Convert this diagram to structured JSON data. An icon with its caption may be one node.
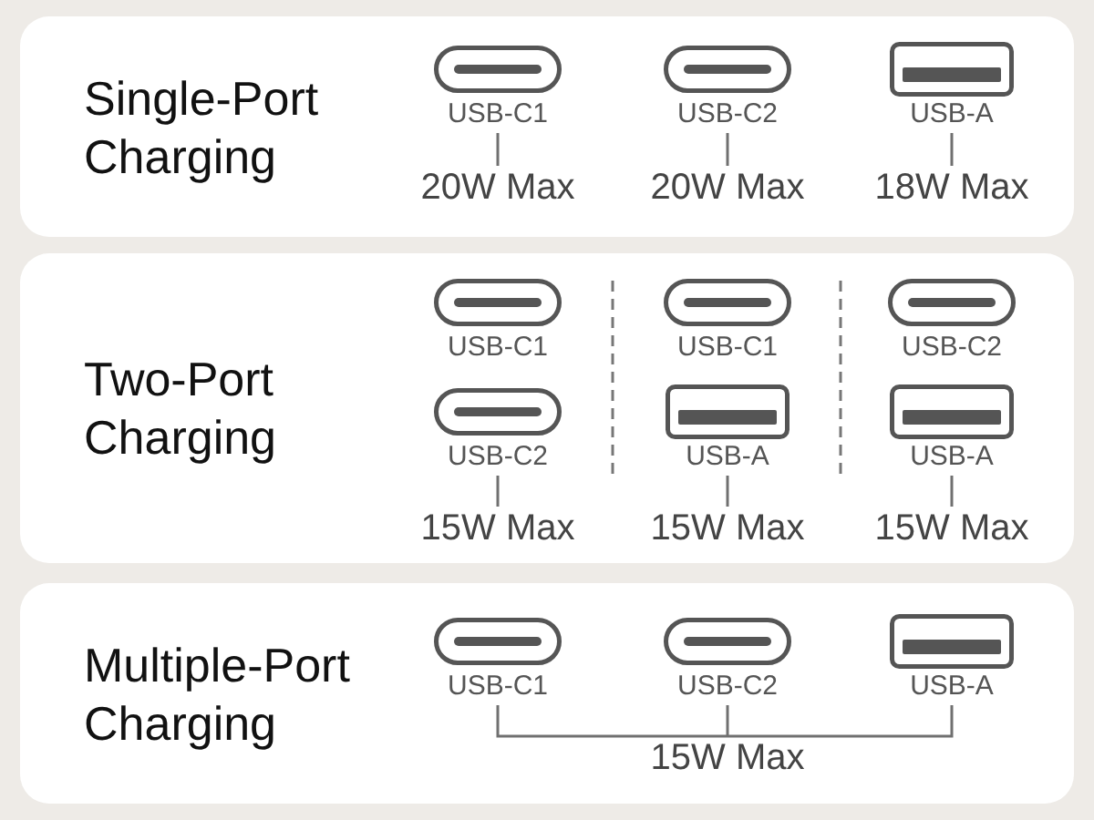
{
  "diagram": {
    "nodes": [
      {
        "text": [
          "Single-Port Charging"
        ]
      },
      {
        "text": [
          "USB-C1"
        ],
        "in": 0
      },
      {
        "text": [
          "20W Max"
        ],
        "in": 0
      },
      {
        "text": [
          "USB-C2"
        ],
        "in": 0
      },
      {
        "text": [
          "20W Max"
        ],
        "in": 0
      },
      {
        "text": [
          "USB-A"
        ],
        "in": 0
      },
      {
        "text": [
          "18W Max"
        ],
        "in": 0
      },
      {
        "text": [
          "Two-Port Charging"
        ]
      },
      {
        "text": [
          "USB-C1"
        ],
        "in": 7
      },
      {
        "text": [
          "USB-C2"
        ],
        "in": 7
      },
      {
        "text": [
          "15W Max"
        ],
        "in": 7
      },
      {
        "text": [
          "USB-C1"
        ],
        "in": 7
      },
      {
        "text": [
          "USB-A"
        ],
        "in": 7
      },
      {
        "text": [
          "15W Max"
        ],
        "in": 7
      },
      {
        "text": [
          "USB-C2"
        ],
        "in": 7
      },
      {
        "text": [
          "USB-A"
        ],
        "in": 7
      },
      {
        "text": [
          "15W Max"
        ],
        "in": 7
      },
      {
        "text": [
          "Multiple-Port Charging"
        ]
      },
      {
        "text": [
          "USB-C1"
        ],
        "in": 17
      },
      {
        "text": [
          "USB-C2"
        ],
        "in": 17
      },
      {
        "text": [
          "USB-A"
        ],
        "in": 17
      },
      {
        "text": [
          "15W Max"
        ],
        "in": 17
      }
    ],
    "edges": [
      {
        "from": 1,
        "to": 2,
        "arrow": "none"
      },
      {
        "from": 3,
        "to": 4,
        "arrow": "none"
      },
      {
        "from": 5,
        "to": 6,
        "arrow": "none"
      },
      {
        "from": 9,
        "to": 10,
        "arrow": "none"
      },
      {
        "from": 12,
        "to": 13,
        "arrow": "none"
      },
      {
        "from": 15,
        "to": 16,
        "arrow": "none"
      },
      {
        "from": 18,
        "to": 21,
        "arrow": "none"
      },
      {
        "from": 19,
        "to": 21,
        "arrow": "none"
      },
      {
        "from": 20,
        "to": 21,
        "arrow": "none"
      }
    ]
  }
}
